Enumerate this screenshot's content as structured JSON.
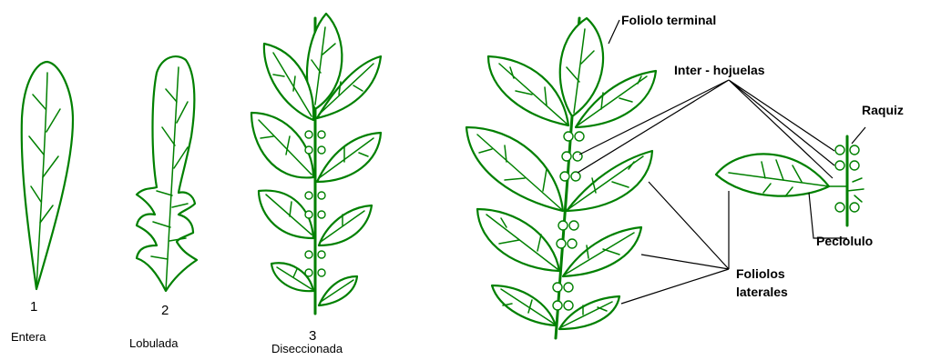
{
  "leaf_types": [
    {
      "number": "1",
      "caption": "Entera"
    },
    {
      "number": "2",
      "caption": "Lobulada"
    },
    {
      "number": "3",
      "caption": "Diseccionada"
    }
  ],
  "callouts": {
    "terminal": "Foliolo terminal",
    "inter": "Inter - hojuelas",
    "raquiz": "Raquiz",
    "peciolulo": "Peciolulo",
    "laterales_line1": "Foliolos",
    "laterales_line2": "laterales"
  },
  "colors": {
    "leaf": "#008000",
    "text": "#000000",
    "background": "#ffffff"
  }
}
